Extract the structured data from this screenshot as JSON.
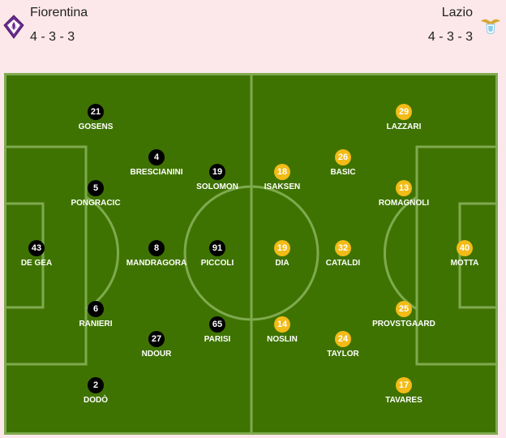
{
  "home": {
    "name": "Fiorentina",
    "formation": "4 - 3 - 3",
    "crest_icon": "fiorentina-lily-crest-icon",
    "colors": {
      "marker": "#000000",
      "crest": "#6b2a8e"
    },
    "players": [
      {
        "number": "43",
        "name": "DE GEA"
      },
      {
        "number": "21",
        "name": "GOSENS"
      },
      {
        "number": "5",
        "name": "PONGRACIC"
      },
      {
        "number": "6",
        "name": "RANIERI"
      },
      {
        "number": "2",
        "name": "DODÒ"
      },
      {
        "number": "4",
        "name": "BRESCIANINI"
      },
      {
        "number": "8",
        "name": "MANDRAGORA"
      },
      {
        "number": "27",
        "name": "NDOUR"
      },
      {
        "number": "19",
        "name": "SOLOMON"
      },
      {
        "number": "91",
        "name": "PICCOLI"
      },
      {
        "number": "65",
        "name": "PARISI"
      }
    ]
  },
  "away": {
    "name": "Lazio",
    "formation": "4 - 3 - 3",
    "crest_icon": "lazio-eagle-crest-icon",
    "colors": {
      "marker": "#f2bb17",
      "crest": "#87ceeb"
    },
    "players": [
      {
        "number": "18",
        "name": "ISAKSEN"
      },
      {
        "number": "19",
        "name": "DIA"
      },
      {
        "number": "14",
        "name": "NOSLIN"
      },
      {
        "number": "26",
        "name": "BASIC"
      },
      {
        "number": "32",
        "name": "CATALDI"
      },
      {
        "number": "24",
        "name": "TAYLOR"
      },
      {
        "number": "29",
        "name": "LAZZARI"
      },
      {
        "number": "13",
        "name": "ROMAGNOLI"
      },
      {
        "number": "25",
        "name": "PROVSTGAARD"
      },
      {
        "number": "17",
        "name": "TAVARES"
      },
      {
        "number": "40",
        "name": "MOTTA"
      }
    ]
  },
  "pitch": {
    "grass": "#3f7301",
    "lines": "#7faa4f"
  }
}
